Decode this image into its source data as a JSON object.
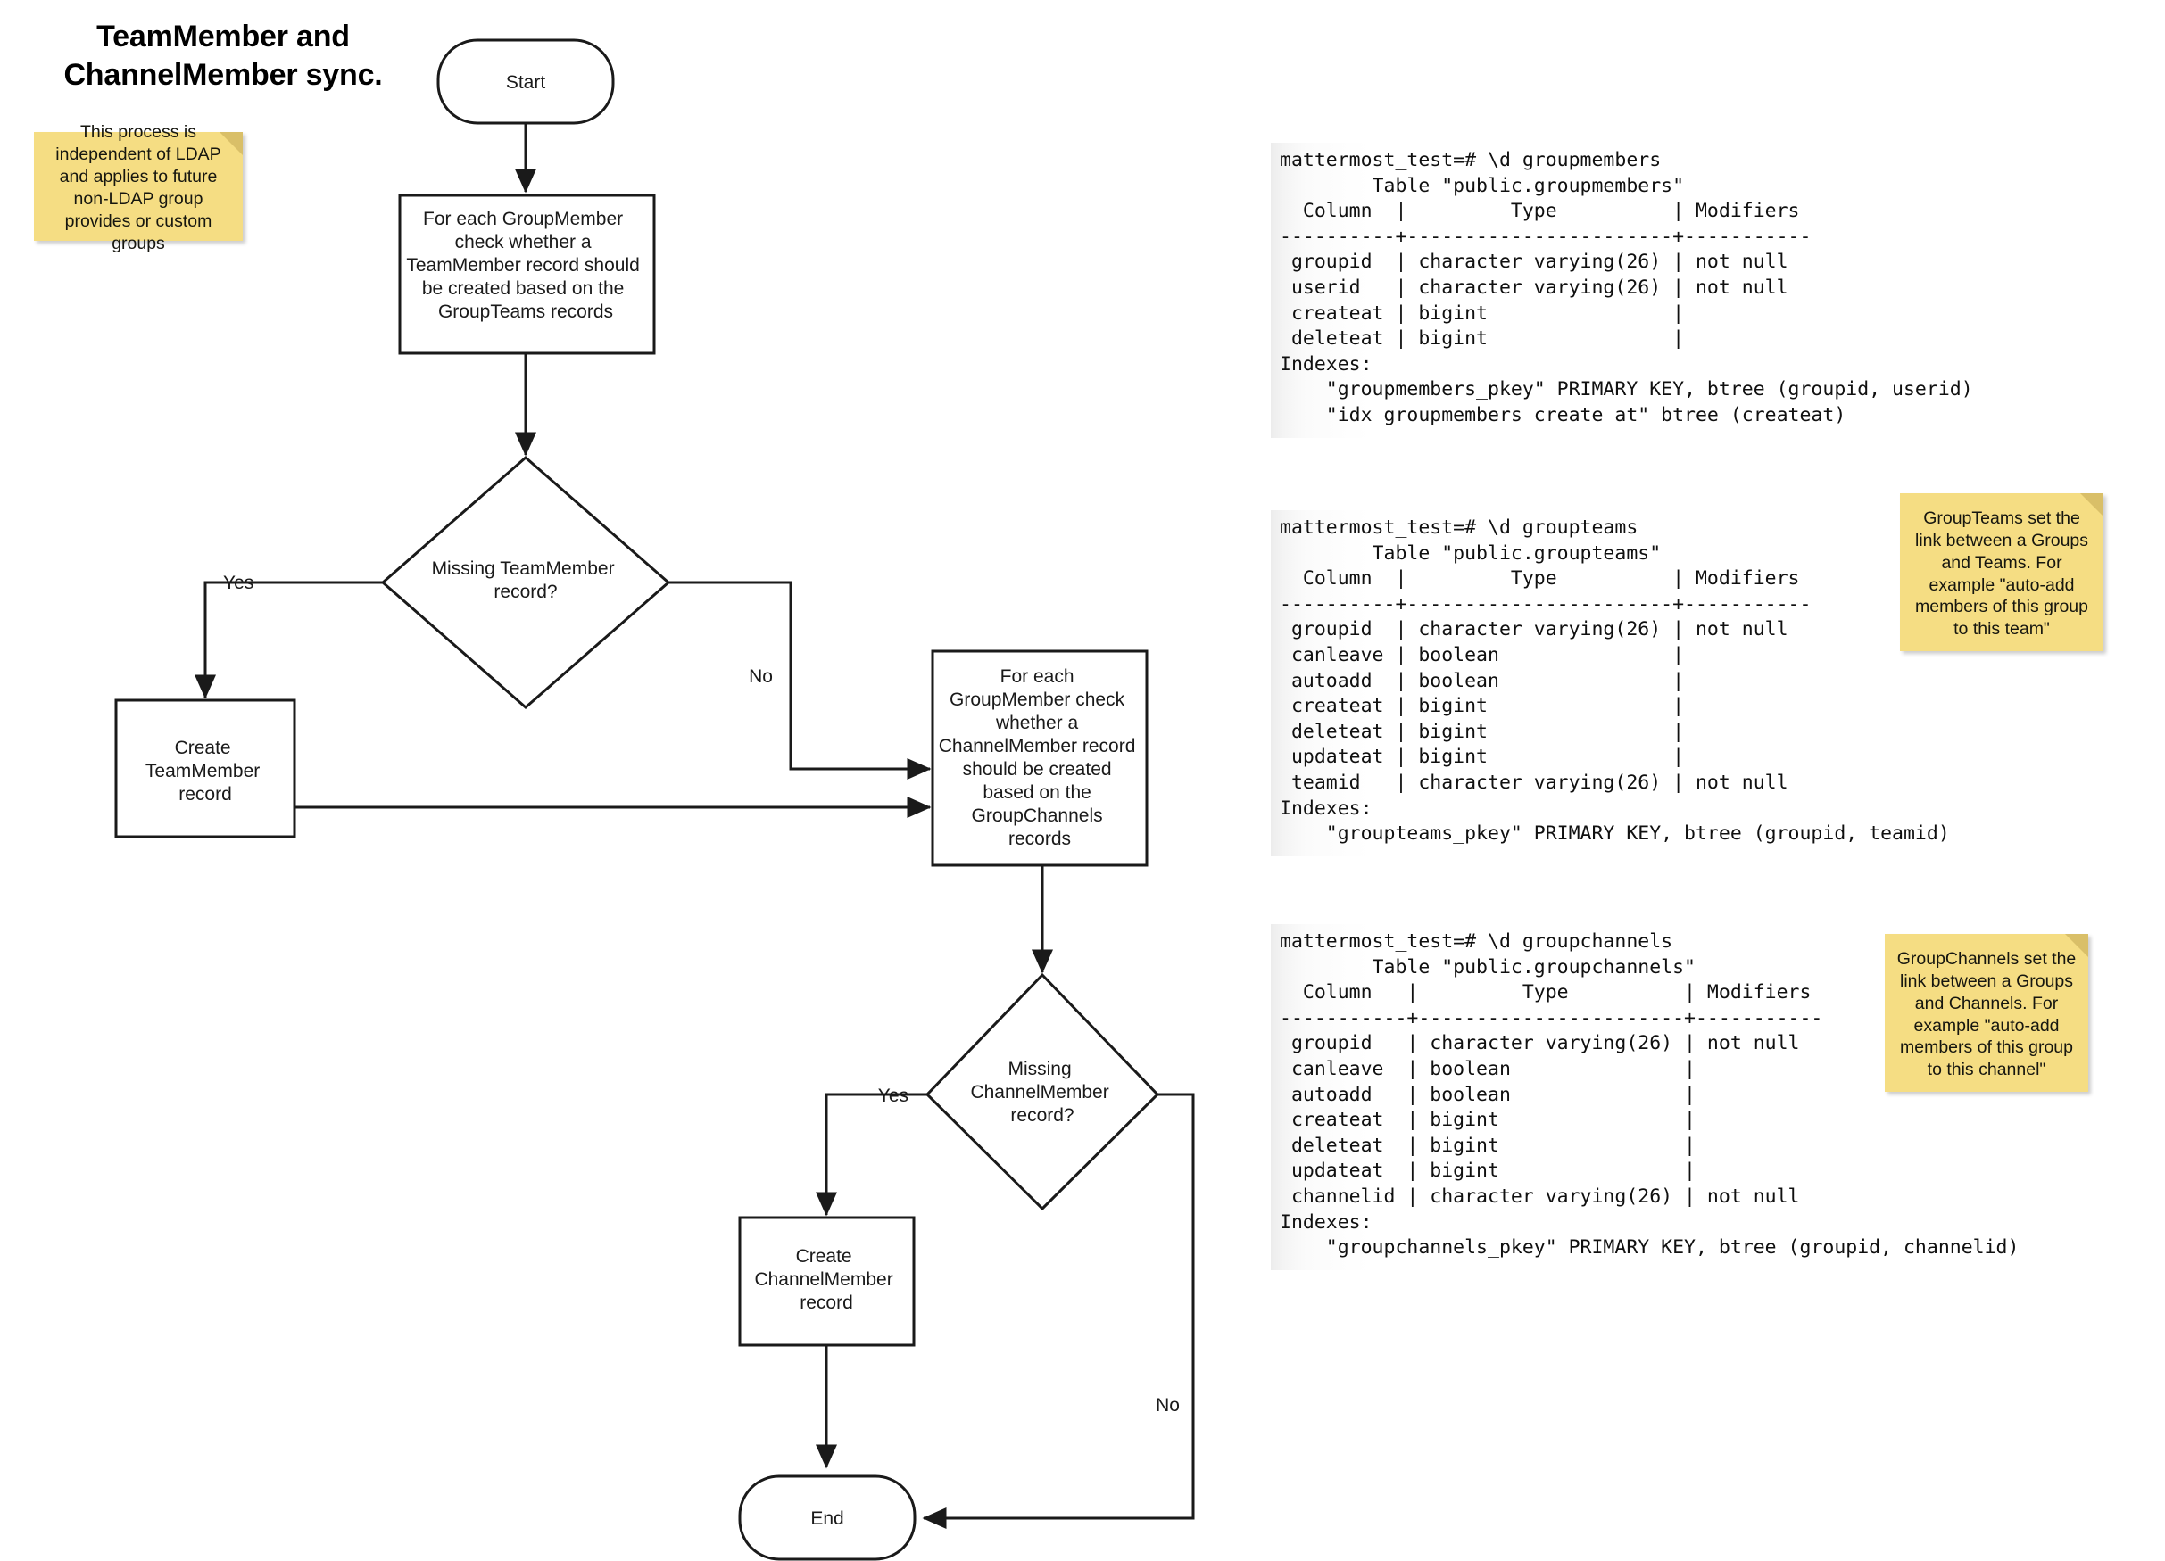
{
  "diagram": {
    "title": "TeamMember and ChannelMember sync.",
    "title_line1": "TeamMember and",
    "title_line2": "ChannelMember sync."
  },
  "nodes": {
    "start": {
      "label": "Start",
      "type": "terminator"
    },
    "process_teammember": {
      "type": "process",
      "lines": [
        "For each GroupMember",
        "check whether a",
        "TeamMember record should",
        "be created based on the",
        "GroupTeams records"
      ]
    },
    "decision_teammember": {
      "type": "decision",
      "lines": [
        "Missing TeamMember",
        "record?"
      ]
    },
    "create_teammember": {
      "type": "process",
      "lines": [
        "Create",
        "TeamMember",
        "record"
      ]
    },
    "process_channelmember": {
      "type": "process",
      "lines": [
        "For each",
        "GroupMember check",
        "whether a",
        "ChannelMember record",
        "should be created",
        "based on the",
        "GroupChannels",
        "records"
      ]
    },
    "decision_channelmember": {
      "type": "decision",
      "lines": [
        "Missing",
        "ChannelMember",
        "record?"
      ]
    },
    "create_channelmember": {
      "type": "process",
      "lines": [
        "Create",
        "ChannelMember",
        "record"
      ]
    },
    "end": {
      "label": "End",
      "type": "terminator"
    }
  },
  "edge_labels": {
    "teammember_yes": "Yes",
    "teammember_no": "No",
    "channelmember_yes": "Yes",
    "channelmember_no": "No"
  },
  "sticky_notes": [
    {
      "id": "note-ldap",
      "text": "This process is independent of LDAP and applies to future non-LDAP group provides or custom groups",
      "color": "#f5dd83"
    },
    {
      "id": "note-groupteams",
      "text": "GroupTeams set the link between a Groups and Teams. For example \"auto-add members of this group to this team\"",
      "color": "#f5dd83"
    },
    {
      "id": "note-groupchannels",
      "text": "GroupChannels set the link between a Groups and Channels. For example \"auto-add members of this group to this channel\"",
      "color": "#f5dd83"
    }
  ],
  "terminals": {
    "groupmembers": {
      "prompt": "mattermost_test=# \\d groupmembers",
      "table_caption": "Table \"public.groupmembers\"",
      "header": " Column   |         Type          | Modifiers",
      "separator": "----------+-----------------------+-----------",
      "rows": [
        " groupid  | character varying(26) | not null",
        " userid   | character varying(26) | not null",
        " createat | bigint                |",
        " deleteat | bigint                |"
      ],
      "indexes_label": "Indexes:",
      "indexes": [
        "    \"groupmembers_pkey\" PRIMARY KEY, btree (groupid, userid)",
        "    \"idx_groupmembers_create_at\" btree (createat)"
      ],
      "full_text": "mattermost_test=# \\d groupmembers\n        Table \"public.groupmembers\"\n  Column  |         Type          | Modifiers\n----------+-----------------------+-----------\n groupid  | character varying(26) | not null\n userid   | character varying(26) | not null\n createat | bigint                |\n deleteat | bigint                |\nIndexes:\n    \"groupmembers_pkey\" PRIMARY KEY, btree (groupid, userid)\n    \"idx_groupmembers_create_at\" btree (createat)"
    },
    "groupteams": {
      "prompt": "mattermost_test=# \\d groupteams",
      "table_caption": "Table \"public.groupteams\"",
      "full_text": "mattermost_test=# \\d groupteams\n        Table \"public.groupteams\"\n  Column  |         Type          | Modifiers\n----------+-----------------------+-----------\n groupid  | character varying(26) | not null\n canleave | boolean               |\n autoadd  | boolean               |\n createat | bigint                |\n deleteat | bigint                |\n updateat | bigint                |\n teamid   | character varying(26) | not null\nIndexes:\n    \"groupteams_pkey\" PRIMARY KEY, btree (groupid, teamid)"
    },
    "groupchannels": {
      "prompt": "mattermost_test=# \\d groupchannels",
      "table_caption": "Table \"public.groupchannels\"",
      "full_text": "mattermost_test=# \\d groupchannels\n        Table \"public.groupchannels\"\n  Column   |         Type          | Modifiers\n-----------+-----------------------+-----------\n groupid   | character varying(26) | not null\n canleave  | boolean               |\n autoadd   | boolean               |\n createat  | bigint                |\n deleteat  | bigint                |\n updateat  | bigint                |\n channelid | character varying(26) | not null\nIndexes:\n    \"groupchannels_pkey\" PRIMARY KEY, btree (groupid, channelid)"
    }
  }
}
